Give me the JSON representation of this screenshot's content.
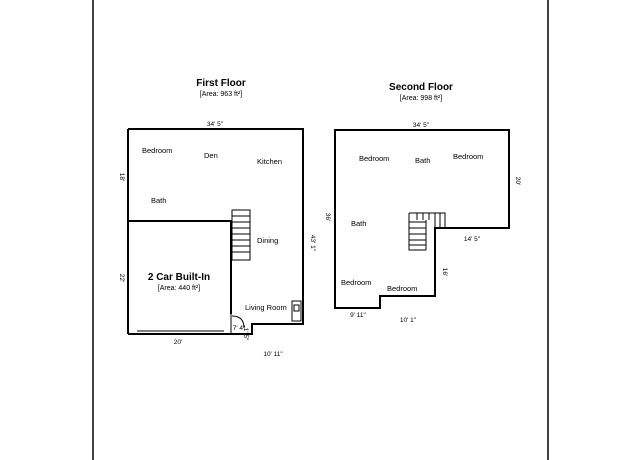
{
  "first_floor": {
    "title": "First Floor",
    "area": "[Area: 963 ft²]",
    "rooms": {
      "bedroom": "Bedroom",
      "den": "Den",
      "kitchen": "Kitchen",
      "bath": "Bath",
      "dining": "Dining",
      "living_room": "Living Room"
    },
    "garage": {
      "label": "2 Car Built-In",
      "area": "[Area: 440 ft²]"
    },
    "dimensions": {
      "top_width": "34' 5\"",
      "left_upper": "18'",
      "left_lower": "22'",
      "right_height": "43' 1\"",
      "garage_bottom": "20'",
      "bottom_right": "10' 11\"",
      "step_a": "7' 4\"",
      "step_b": "1' 5\""
    }
  },
  "second_floor": {
    "title": "Second Floor",
    "area": "[Area: 998 ft²]",
    "rooms": {
      "bedroom_left": "Bedroom",
      "bath_top": "Bath",
      "bedroom_right": "Bedroom",
      "bath_left": "Bath",
      "bedroom_bottom_left": "Bedroom",
      "bedroom_bottom_mid": "Bedroom"
    },
    "dimensions": {
      "top_width": "34' 5\"",
      "right_height": "20'",
      "left_height": "36'",
      "notch_width": "14' 5\"",
      "notch_height": "16'",
      "bottom_left": "9' 11\"",
      "bottom_mid": "10' 1\""
    }
  }
}
